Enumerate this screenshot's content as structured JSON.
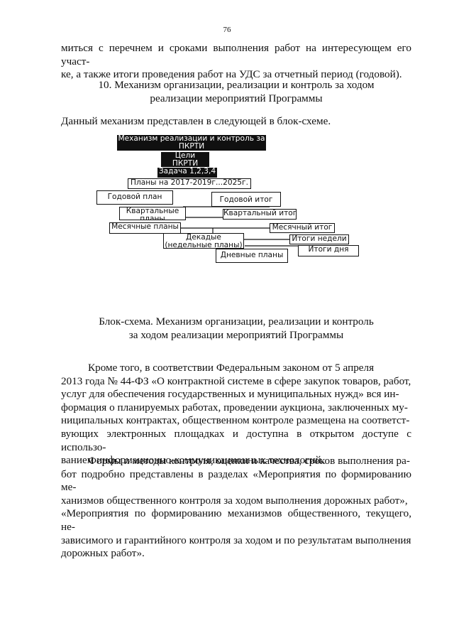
{
  "page_number": "76",
  "intro": {
    "line1": "миться с перечнем и сроками выполнения работ на интересующем его участ-",
    "line2": "ке, а также итоги проведения работ на УДС за отчетный период (годовой)."
  },
  "section_heading": {
    "line1": "10. Механизм организации, реализации и контроль за ходом",
    "line2": "реализации мероприятий Программы"
  },
  "lead_sentence": "Данный механизм представлен в следующей в блок-схеме.",
  "flowchart": {
    "n1": "Механизм реализации  и контроль за ПКРТИ",
    "n2": "Цели ПКРТИ",
    "n3": "Задача 1,2,3,4",
    "n4": "Планы на 2017-2019г...2025г.",
    "n5": "Годовой план",
    "n6": "Годовой итог",
    "n7": "Квартальные планы",
    "n8": "Квартальный итог",
    "n9": "Месячные планы",
    "n10": "Месячный итог",
    "n11": "Декадые (недельные планы)",
    "n12": "Итоги недели",
    "n13": "Итоги дня",
    "n14": "Дневные планы"
  },
  "caption": {
    "line1": "Блок-схема. Механизм организации, реализации и контроль",
    "line2": "за ходом реализации мероприятий Программы"
  },
  "body": {
    "p1": [
      "Кроме того, в соответствии Федеральным законом от 5 апреля",
      "2013 года № 44-ФЗ «О контрактной системе в сфере закупок товаров, работ,",
      "услуг для обеспечения государственных и муниципальных нужд» вся ин-",
      "формация о планируемых работах, проведении аукциона, заключенных му-",
      "ниципальных контрактах, общественном контроле размещена на соответст-",
      "вующих электронных площадках и доступна в открытом доступе с использо-",
      "ванием информационно-коммуникационных технологий."
    ],
    "p2": [
      "Формы и методы контроля, оценки и качества, сроков выполнения ра-",
      "бот подробно представлены в разделах «Мероприятия по формированию ме-",
      "ханизмов общественного контроля за ходом выполнения дорожных работ»,",
      "«Мероприятия по формированию механизмов общественного, текущего, не-",
      "зависимого и гарантийного контроля за ходом и по результатам выполнения",
      "дорожных работ»."
    ]
  }
}
